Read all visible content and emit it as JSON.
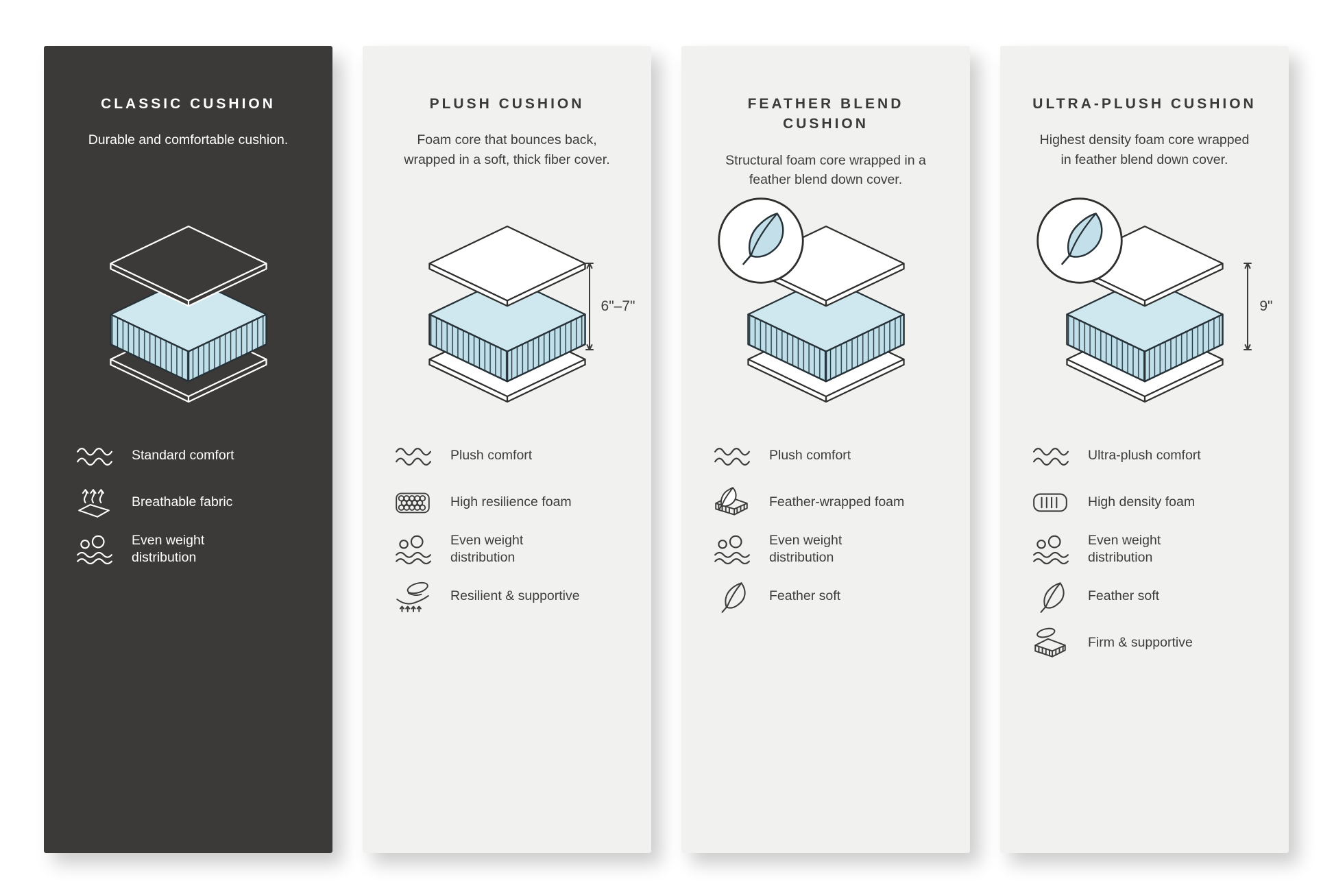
{
  "palette": {
    "page_background": "#ffffff",
    "dark_panel": "#3b3a38",
    "light_panel": "#f1f1ef",
    "foam_blue": "#bfe0ea",
    "foam_blue_top": "#cfe7ee",
    "outline_dark": "#2f2f2d",
    "outline_white": "#ffffff"
  },
  "cards": [
    {
      "title": "CLASSIC CUSHION",
      "description": "Durable and comfortable cushion.",
      "measurement": "",
      "features": [
        {
          "icon": "waves-icon",
          "label": "Standard comfort"
        },
        {
          "icon": "breathable-fabric-icon",
          "label": "Breathable fabric"
        },
        {
          "icon": "even-weight-distribution-icon",
          "label": "Even weight distribution"
        }
      ]
    },
    {
      "title": "PLUSH CUSHION",
      "description": "Foam core that bounces back, wrapped in a soft, thick fiber cover.",
      "measurement": "6\"–7\"",
      "features": [
        {
          "icon": "waves-icon",
          "label": "Plush comfort"
        },
        {
          "icon": "high-resilience-foam-icon",
          "label": "High resilience foam"
        },
        {
          "icon": "even-weight-distribution-icon",
          "label": "Even weight distribution"
        },
        {
          "icon": "resilient-supportive-icon",
          "label": "Resilient & supportive"
        }
      ]
    },
    {
      "title": "FEATHER BLEND CUSHION",
      "description": "Structural foam core wrapped in a feather blend down cover.",
      "measurement": "",
      "features": [
        {
          "icon": "waves-icon",
          "label": "Plush comfort"
        },
        {
          "icon": "feather-wrapped-foam-icon",
          "label": "Feather-wrapped foam"
        },
        {
          "icon": "even-weight-distribution-icon",
          "label": "Even weight distribution"
        },
        {
          "icon": "feather-icon",
          "label": "Feather soft"
        }
      ]
    },
    {
      "title": "ULTRA-PLUSH CUSHION",
      "description": "Highest density foam core wrapped in feather blend down cover.",
      "measurement": "9\"",
      "features": [
        {
          "icon": "waves-icon",
          "label": "Ultra-plush comfort"
        },
        {
          "icon": "high-density-foam-icon",
          "label": "High density foam"
        },
        {
          "icon": "even-weight-distribution-icon",
          "label": "Even weight distribution"
        },
        {
          "icon": "feather-icon",
          "label": "Feather soft"
        },
        {
          "icon": "firm-supportive-icon",
          "label": "Firm & supportive"
        }
      ]
    }
  ]
}
